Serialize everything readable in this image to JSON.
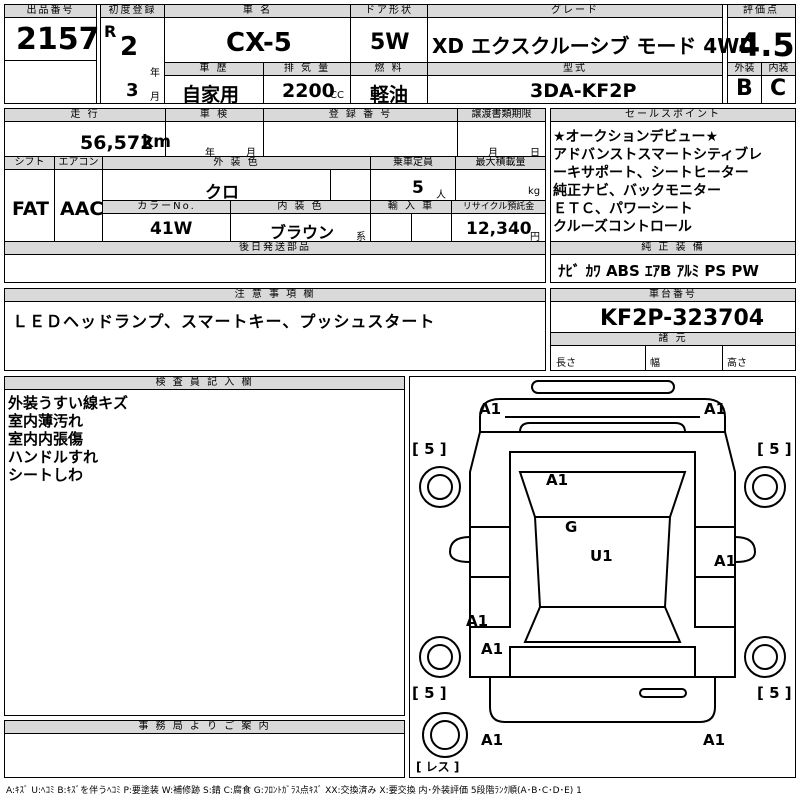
{
  "header": {
    "lot_label": "出品番号",
    "lot_no": "2157",
    "first_reg_label": "初度登録",
    "era": "R",
    "year": "2",
    "year_unit": "年",
    "month": "3",
    "month_unit": "月",
    "name_label": "車 名",
    "name": "CX-5",
    "door_label": "ドア形状",
    "door": "5W",
    "grade_label": "グレード",
    "grade": "XD エクスクルーシブ モード 4WD",
    "score_label": "評価点",
    "score": "4.5",
    "history_label": "車 歴",
    "history": "自家用",
    "displacement_label": "排 気 量",
    "displacement": "2200",
    "cc": "CC",
    "fuel_label": "燃 料",
    "fuel": "軽油",
    "model_label": "型式",
    "model": "3DA-KF2P",
    "ext_label": "外装",
    "ext_grade": "B",
    "int_label": "内装",
    "int_grade": "C"
  },
  "row2": {
    "mileage_label": "走 行",
    "mileage": "56,572",
    "km": "km",
    "inspection_label": "車 検",
    "nen": "年",
    "tsuki": "月",
    "regno_label": "登 録 番 号",
    "transfer_label": "譲渡書類期限",
    "t_tsuki": "月",
    "t_hi": "日",
    "shift_label": "シフト",
    "shift": "FAT",
    "ac_label": "エアコン",
    "ac": "AAC",
    "color_label": "外 装 色",
    "color": "クロ",
    "capacity_label": "乗車定員",
    "capacity": "5",
    "nin": "人",
    "load_label": "最大積載量",
    "kg": "kg",
    "color_no_label": "カラーNo.",
    "color_no": "41W",
    "int_color_label": "内 装 色",
    "int_color": "ブラウン",
    "kei": "系",
    "import_label": "輸 入 車",
    "recycle_label": "リサイクル預託金",
    "recycle": "12,340",
    "yen": "円",
    "later_label": "後日発送部品"
  },
  "sales": {
    "label": "セールスポイント",
    "lines": [
      "★オークションデビュー★",
      "アドバンストスマートシティブレ",
      "ーキサポート、シートヒーター",
      "純正ナビ、バックモニター",
      "ＥＴＣ、パワーシート",
      "クルーズコントロール"
    ],
    "equip_label": "純 正 装 備",
    "equip": "ﾅﾋﾞ ｶﾜ ABS ｴｱB ｱﾙﾐ PS PW"
  },
  "notes": {
    "label": "注 意 事 項 欄",
    "text": "ＬＥＤヘッドランプ、スマートキー、プッシュスタート"
  },
  "chassis": {
    "label": "車台番号",
    "value": "KF2P-323704",
    "dims_label": "諸 元",
    "length": "長さ",
    "width": "幅",
    "height": "高さ"
  },
  "inspector": {
    "label": "検 査 員 記 入 欄",
    "lines": [
      "外装うすい線キズ",
      "室内薄汚れ",
      "室内内張傷",
      "ハンドルすれ",
      "シートしわ"
    ]
  },
  "office": {
    "label": "事 務 局 よ り ご 案 内"
  },
  "diagram": {
    "tires": [
      "[ 5 ]",
      "[ 5 ]",
      "[ 5 ]",
      "[ 5 ]"
    ],
    "spare": "[ レス ]",
    "marks": [
      "A1",
      "A1",
      "A1",
      "G",
      "U1",
      "A1",
      "A1",
      "A1",
      "A1",
      "A1"
    ]
  },
  "legend": "A:ｷｽﾞ U:ﾍｺﾐ B:ｷｽﾞを伴うﾍｺﾐ P:要塗装 W:補修跡 S:錆 C:腐食 G:ﾌﾛﾝﾄｶﾞﾗｽ点ｷｽﾞ XX:交換済み X:要交換 内･外装評価 5段階ﾗﾝｸ順(A･B･C･D･E) 1"
}
